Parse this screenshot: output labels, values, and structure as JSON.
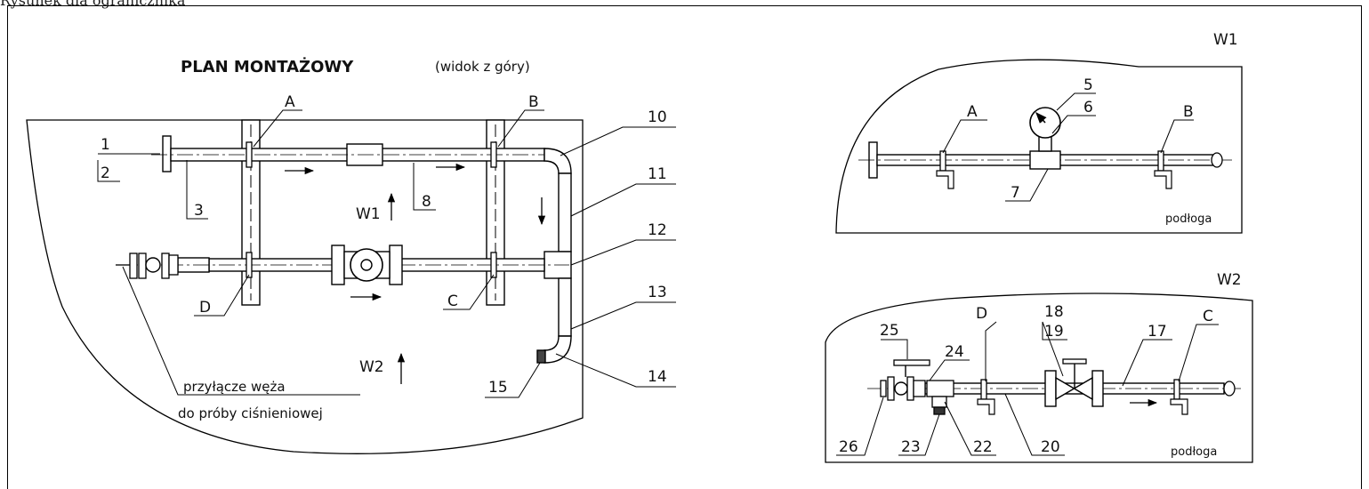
{
  "caption": "Rysunek dla ogranicznika",
  "plan": {
    "title": "PLAN MONTAŻOWY",
    "subtitle": "(widok z góry)",
    "view_w1": "W1",
    "view_w2": "W2",
    "hose_label_line1": "przyłącze węża",
    "hose_label_line2": "do próby ciśnieniowej",
    "labels": {
      "n1": "1",
      "n2": "2",
      "n3": "3",
      "n8": "8",
      "n10": "10",
      "n11": "11",
      "n12": "12",
      "n13": "13",
      "n14": "14",
      "n15": "15",
      "a": "A",
      "b": "B",
      "c": "C",
      "d": "D"
    }
  },
  "w1": {
    "title": "W1",
    "floor": "podłoga",
    "labels": {
      "a": "A",
      "b": "B",
      "n5": "5",
      "n6": "6",
      "n7": "7"
    }
  },
  "w2": {
    "title": "W2",
    "floor": "podłoga",
    "labels": {
      "d": "D",
      "c": "C",
      "n17": "17",
      "n18": "18",
      "n19": "19",
      "n20": "20",
      "n22": "22",
      "n23": "23",
      "n24": "24",
      "n25": "25",
      "n26": "26"
    }
  }
}
